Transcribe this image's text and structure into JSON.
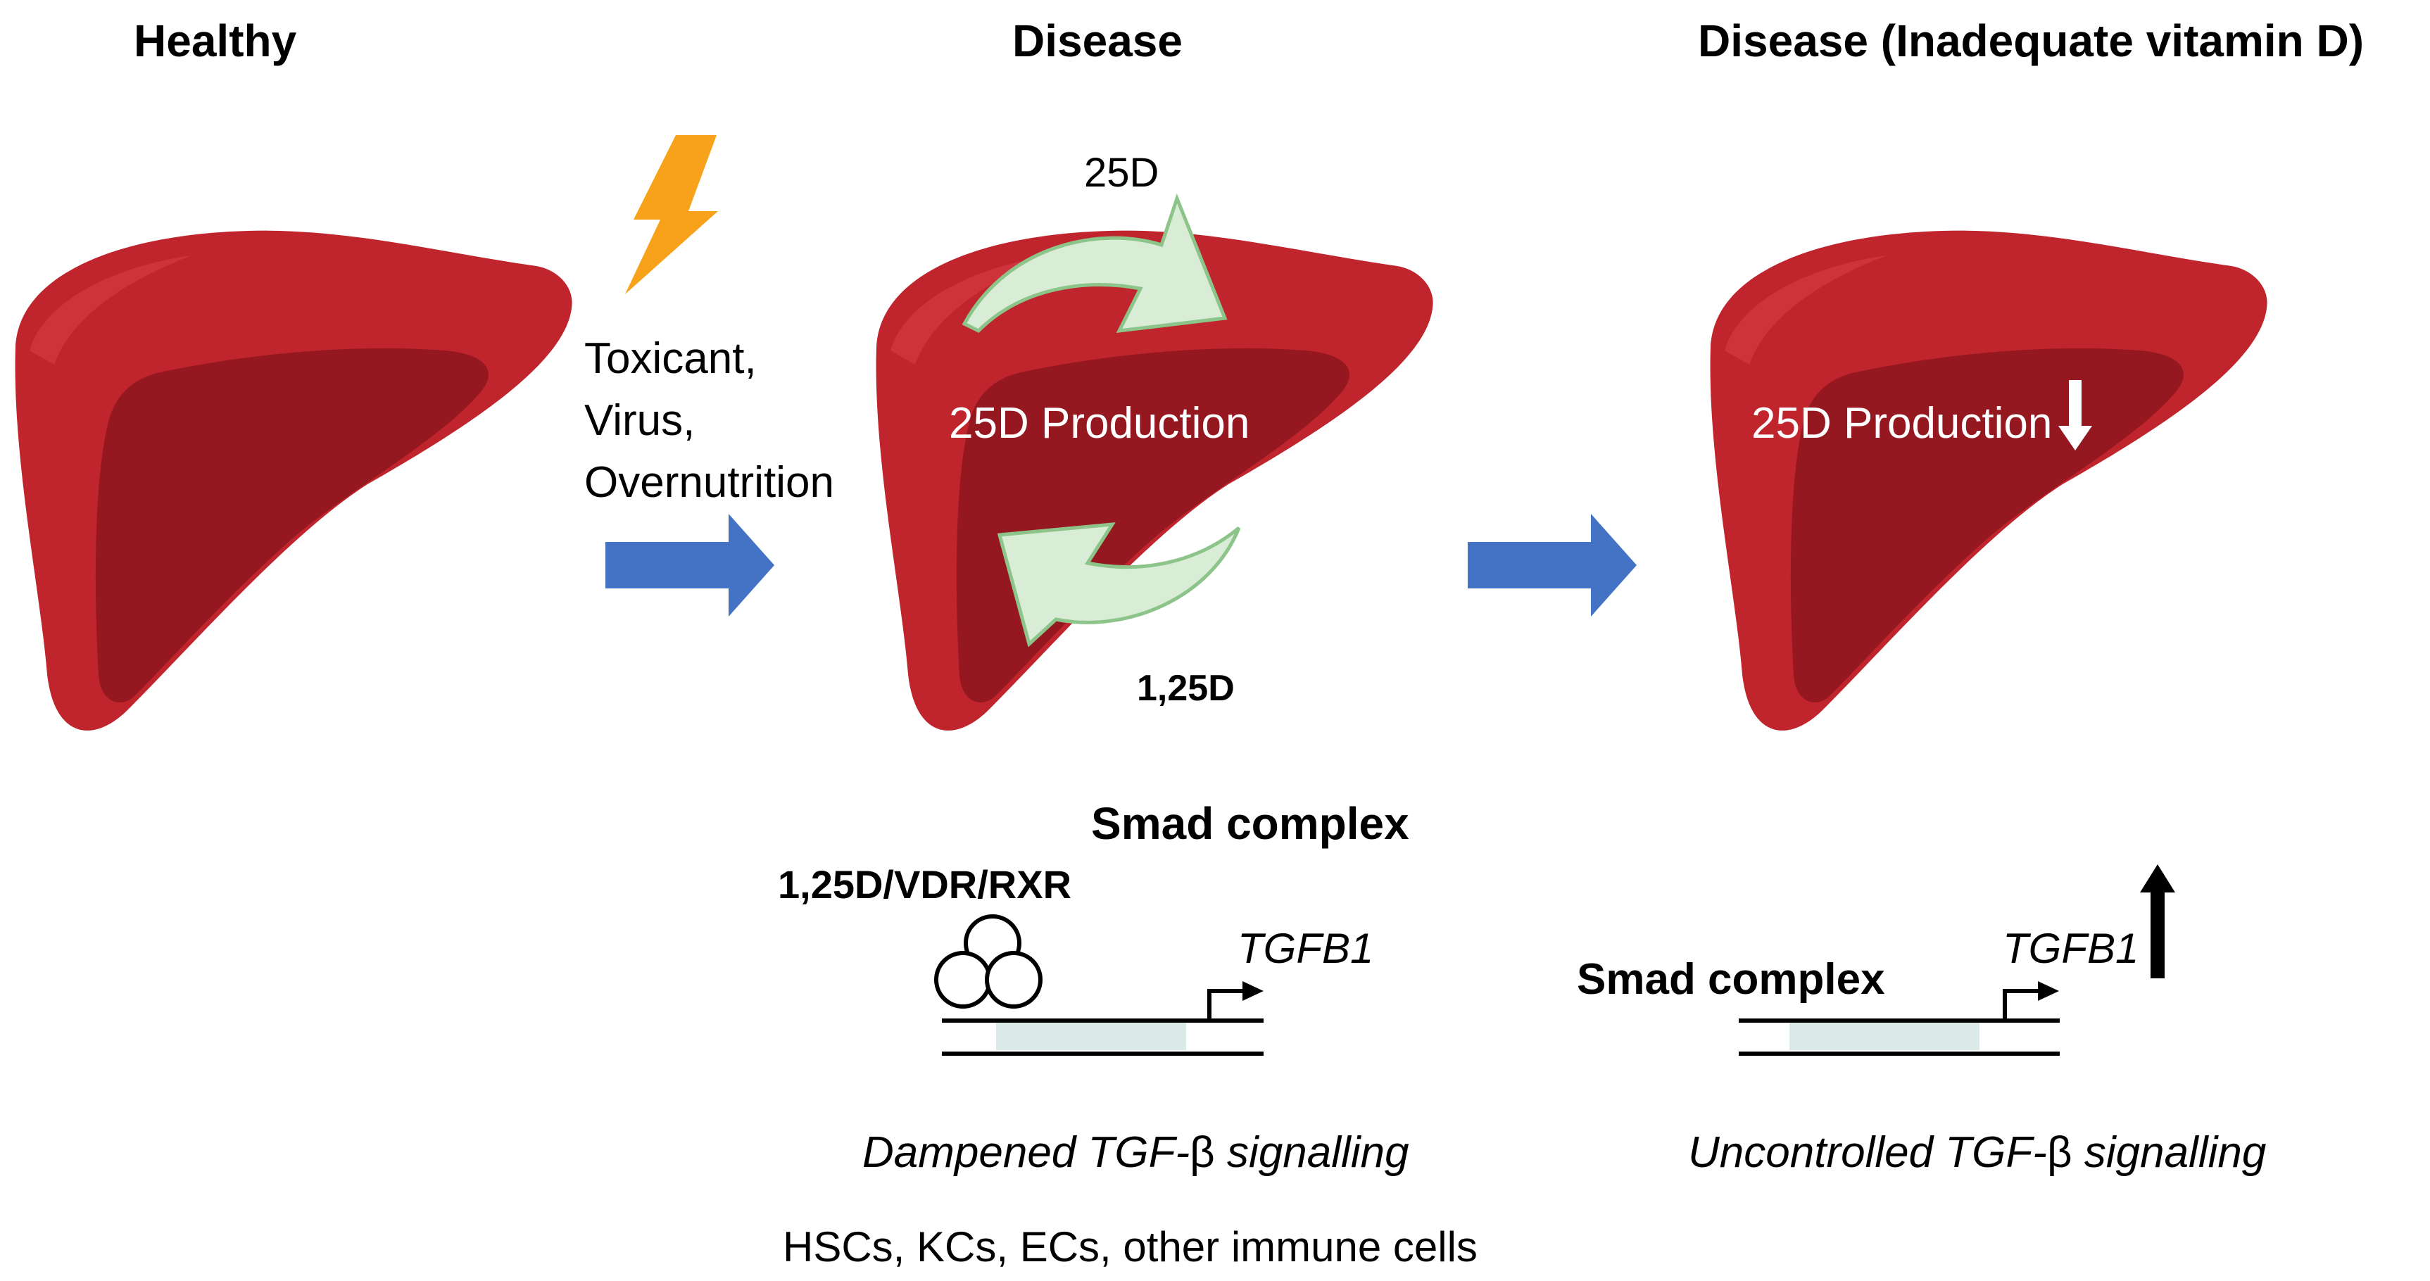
{
  "titles": {
    "healthy": "Healthy",
    "disease": "Disease",
    "disease_inadequate": "Disease (Inadequate vitamin D)"
  },
  "injury": {
    "line1": "Toxicant,",
    "line2": "Virus,",
    "line3": "Overnutrition"
  },
  "cycle": {
    "top_label": "25D",
    "bottom_label": "1,25D"
  },
  "liver_labels": {
    "production_mid": "25D Production",
    "production_right": "25D Production"
  },
  "gene_left": {
    "heading": "Smad complex",
    "receptor": "1,25D/VDR/RXR",
    "gene": "TGFB1",
    "caption_prefix": "Dampened TGF-",
    "caption_beta": "β",
    "caption_suffix": " signalling"
  },
  "gene_right": {
    "complex": "Smad complex",
    "gene": "TGFB1",
    "caption_prefix": "Uncontrolled TGF-",
    "caption_beta": "β",
    "caption_suffix": " signalling"
  },
  "cells": "HSCs, KCs, ECs, other immune cells",
  "colors": {
    "liver_outer": "#c0242c",
    "liver_inner": "#951820",
    "flow_arrow": "#4472c4",
    "cycle_fill": "#d9ecd6",
    "cycle_stroke": "#8cc48a",
    "lightning": "#f7a21a",
    "promoter_box": "#dbeae8"
  },
  "icons": {
    "lightning": "lightning-icon",
    "liver": "liver-icon",
    "down_arrow": "down-arrow-icon",
    "up_arrow": "up-arrow-icon",
    "tss_arrow": "transcription-start-arrow-icon",
    "receptor": "receptor-complex-icon"
  }
}
